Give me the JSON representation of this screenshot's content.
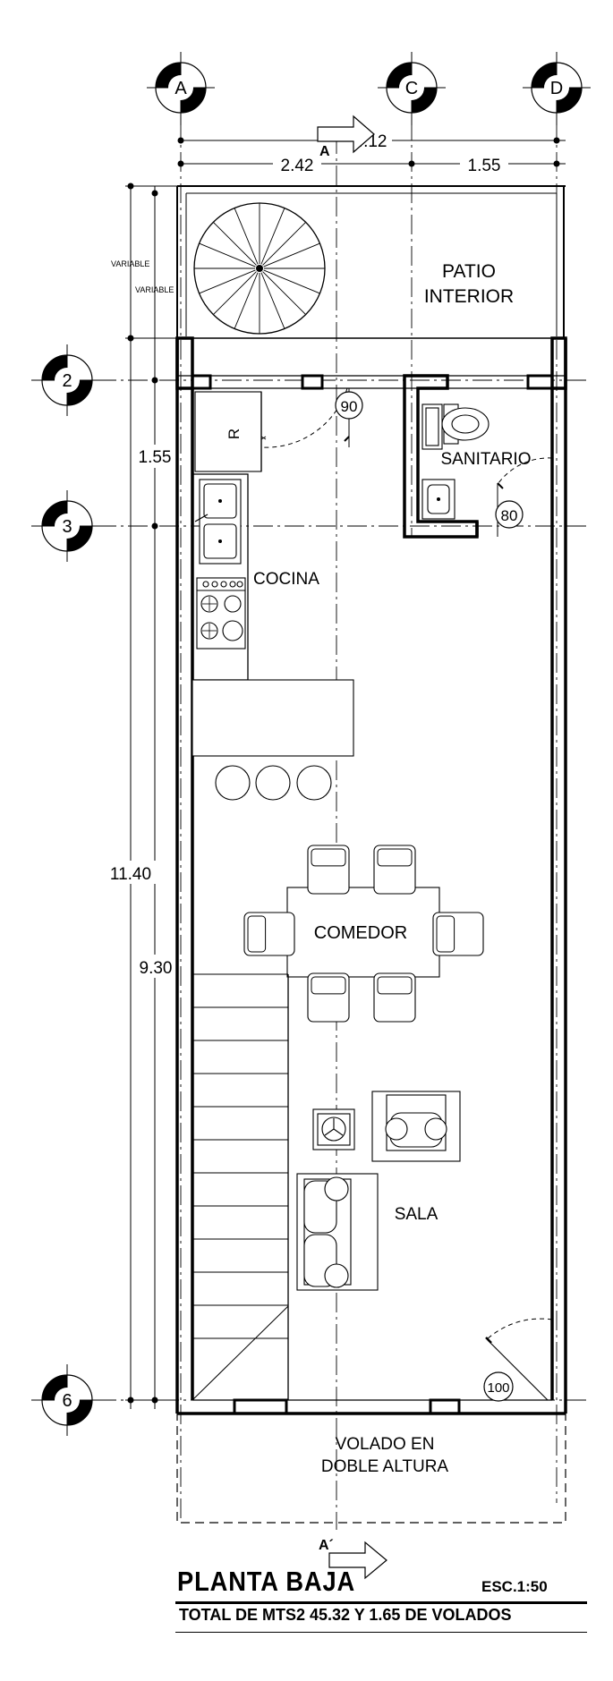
{
  "grid": {
    "cols": [
      "A",
      "C",
      "D"
    ],
    "rows": [
      "2",
      "3",
      "6"
    ]
  },
  "dimensions": {
    "overall_width": "4.12",
    "bay_left": "2.42",
    "bay_right": "1.55",
    "variable_1": "VARIABLE",
    "variable_2": "VARIABLE",
    "span_2_3": "1.55",
    "total_length": "11.40",
    "inner_length": "9.30"
  },
  "rooms": {
    "patio_line1": "PATIO",
    "patio_line2": "INTERIOR",
    "cocina": "COCINA",
    "sanitario": "SANITARIO",
    "comedor": "COMEDOR",
    "sala": "SALA",
    "volado_line1": "VOLADO EN",
    "volado_line2": "DOBLE ALTURA"
  },
  "doors": {
    "d1": "90",
    "d2": "80",
    "d3": "100"
  },
  "fixtures": {
    "fridge": "R"
  },
  "section": {
    "top": "A",
    "bottom": "A´"
  },
  "footer": {
    "title": "PLANTA BAJA",
    "scale": "ESC.1:50",
    "total": "TOTAL DE MTS2 45.32 Y 1.65 DE VOLADOS"
  }
}
